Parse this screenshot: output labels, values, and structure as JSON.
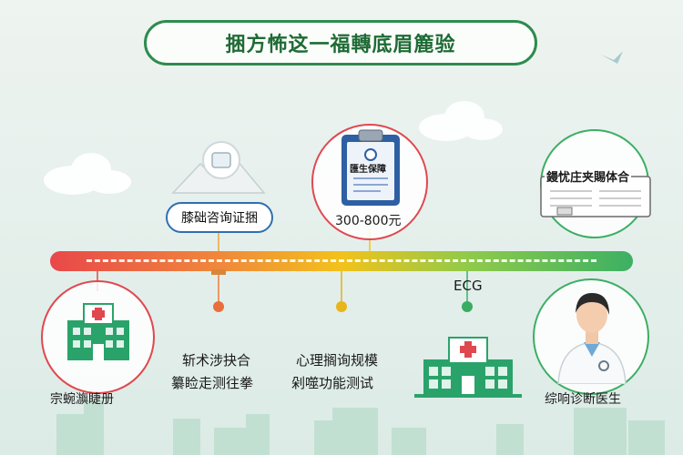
{
  "title": "捆方怖这一福轉底眉簏验",
  "top_items": [
    {
      "label": "膝础咨询证捆"
    },
    {
      "label": "300-800元",
      "card_text": "匯生保障"
    },
    {
      "label": "鏝忧庄夹賜体合"
    }
  ],
  "bottom_items": [
    {
      "label": "宗蜿㶛睫册"
    },
    {
      "line1": "斩术涉抉合",
      "line2": "纂睑走测往拳"
    },
    {
      "line1": "心理搁询规模",
      "line2": "剁噬功能测试"
    },
    {
      "label": "ECG"
    },
    {
      "label": "综响诊断医生"
    }
  ],
  "colors": {
    "title_green": "#2e8b4e",
    "timeline_start": "#e9474a",
    "timeline_mid": "#f2c21b",
    "timeline_end": "#3cb064",
    "circle_red": "#e0484f",
    "circle_green": "#3cae63"
  }
}
